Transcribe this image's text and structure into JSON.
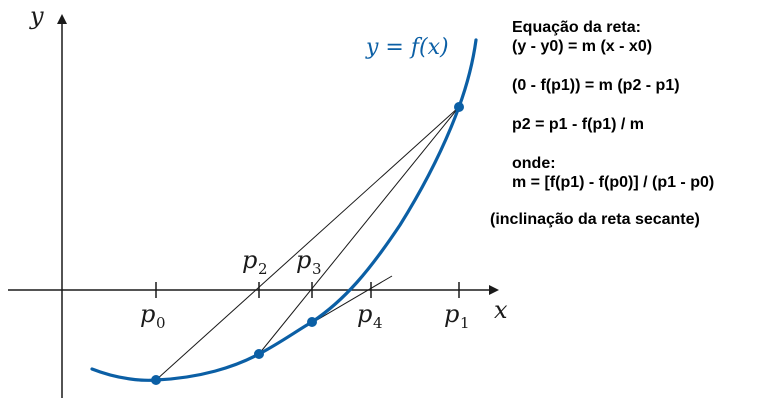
{
  "colors": {
    "curve": "#0b5fa5",
    "ink": "#1a1a1a",
    "point": "#0b5fa5"
  },
  "axes": {
    "x_label": "x",
    "y_label": "y"
  },
  "curve": {
    "label": "y = f(x)"
  },
  "points": [
    {
      "name": "p",
      "sub": "0"
    },
    {
      "name": "p",
      "sub": "1"
    },
    {
      "name": "p",
      "sub": "2"
    },
    {
      "name": "p",
      "sub": "3"
    },
    {
      "name": "p",
      "sub": "4"
    }
  ],
  "notes": {
    "heading": "Equação da reta:",
    "line_eq": "(y - y0) = m (x - x0)",
    "substituted": "(0 - f(p1)) = m (p2 - p1)",
    "solved": "p2 = p1 - f(p1) / m",
    "where": "onde:",
    "slope": "m = [f(p1) - f(p0)] / (p1 - p0)",
    "slope_note": "(inclinação da reta secante)"
  }
}
